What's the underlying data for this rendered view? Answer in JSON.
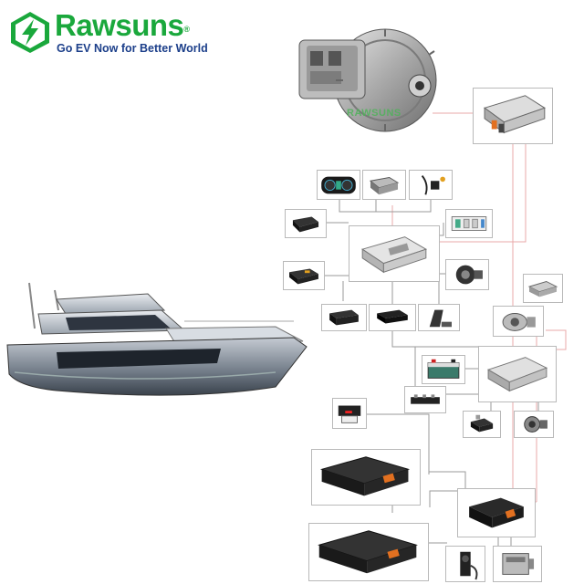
{
  "brand": {
    "name": "Rawsuns",
    "registered_mark": "®",
    "tagline": "Go EV Now for Better World",
    "watermark": "RAWSUNS",
    "colors": {
      "green": "#1aa83c",
      "blue": "#1c3f8a",
      "wire_red": "#e8a8a8",
      "wire_gray": "#9a9a9a"
    }
  },
  "components": [
    {
      "id": "motor-controller",
      "icon": "controller-unit-icon"
    },
    {
      "id": "dashboard",
      "icon": "dashboard-icon"
    },
    {
      "id": "gear-shifter",
      "icon": "shifter-icon"
    },
    {
      "id": "key-switch",
      "icon": "key-icon"
    },
    {
      "id": "obd-connector",
      "icon": "obd-icon"
    },
    {
      "id": "vcu",
      "icon": "vcu-icon"
    },
    {
      "id": "relay-board",
      "icon": "relay-board-icon"
    },
    {
      "id": "gps-tracker",
      "icon": "tracker-icon"
    },
    {
      "id": "vacuum-pump",
      "icon": "pump-icon"
    },
    {
      "id": "black-module",
      "icon": "module-icon"
    },
    {
      "id": "display-module",
      "icon": "display-icon"
    },
    {
      "id": "accelerator-pedal",
      "icon": "pedal-icon"
    },
    {
      "id": "dc-dc-converter",
      "icon": "converter-icon"
    },
    {
      "id": "ac-compressor",
      "icon": "compressor-icon"
    },
    {
      "id": "aux-battery",
      "icon": "battery-icon"
    },
    {
      "id": "power-distribution-unit",
      "icon": "pdu-icon"
    },
    {
      "id": "charger-socket",
      "icon": "charger-icon"
    },
    {
      "id": "fuse-box",
      "icon": "fuse-icon"
    },
    {
      "id": "heater",
      "icon": "heater-icon"
    },
    {
      "id": "water-pump",
      "icon": "water-pump-icon"
    },
    {
      "id": "battery-pack-1",
      "icon": "battery-pack-icon"
    },
    {
      "id": "battery-pack-2",
      "icon": "battery-pack-icon"
    },
    {
      "id": "battery-junction-box",
      "icon": "junction-box-icon"
    },
    {
      "id": "charging-gun",
      "icon": "charging-gun-icon"
    },
    {
      "id": "obc-charger",
      "icon": "obc-icon"
    }
  ]
}
